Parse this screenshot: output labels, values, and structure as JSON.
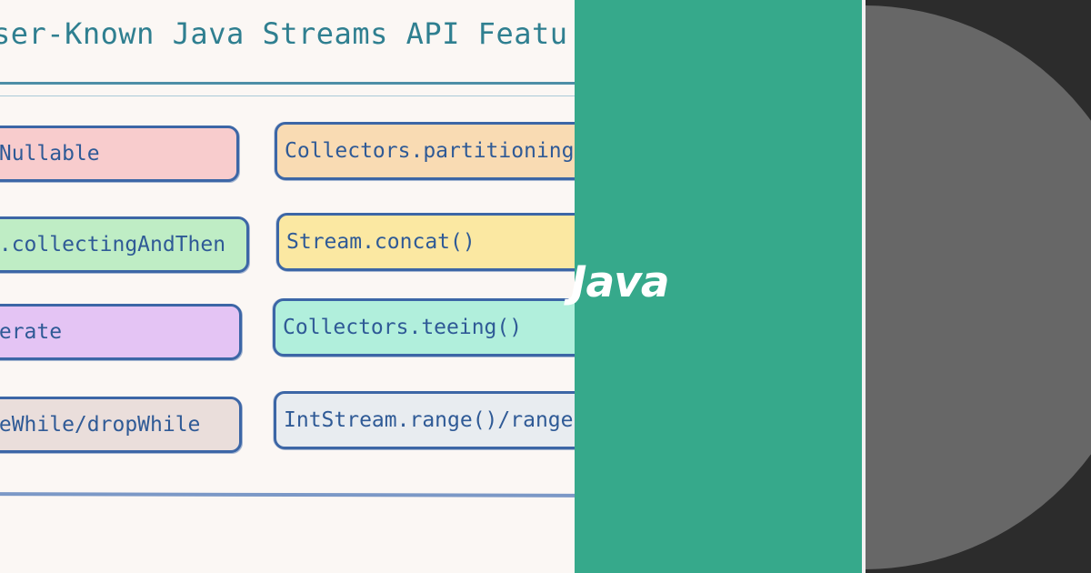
{
  "slide": {
    "title": "ser-Known Java Streams API Featu",
    "left_items": [
      {
        "label": "fNullable",
        "color": "#f8cccd"
      },
      {
        "label": "s.collectingAndThen",
        "color": "#bfedc5"
      },
      {
        "label": "terate",
        "color": "#e4c4f4"
      },
      {
        "label": "keWhile/dropWhile",
        "color": "#eadedb"
      }
    ],
    "right_items": [
      {
        "label": "Collectors.partitioning",
        "color": "#f9dbb3"
      },
      {
        "label": "Stream.concat()",
        "color": "#fbe8a2"
      },
      {
        "label": "Collectors.teeing()",
        "color": "#b1efdc"
      },
      {
        "label": "IntStream.range()/range",
        "color": "#e8ecf0"
      }
    ]
  },
  "java_panel": {
    "label": "Java",
    "bg_color": "#36a98b"
  },
  "dark_panel": {
    "bg_color": "#2c2c2c",
    "circle_color": "#676767"
  }
}
